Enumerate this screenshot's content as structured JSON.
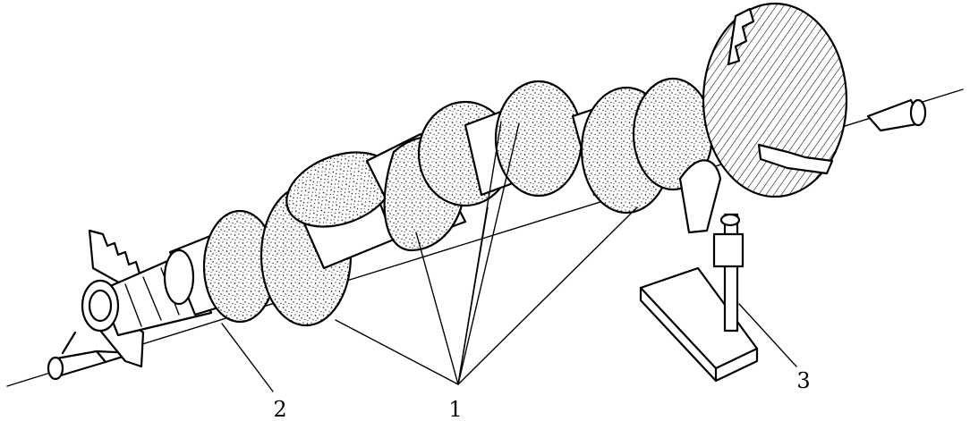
{
  "callouts": {
    "label_1": "1",
    "label_2": "2",
    "label_3": "3"
  },
  "colors": {
    "ink": "#000000",
    "paper": "#ffffff"
  }
}
